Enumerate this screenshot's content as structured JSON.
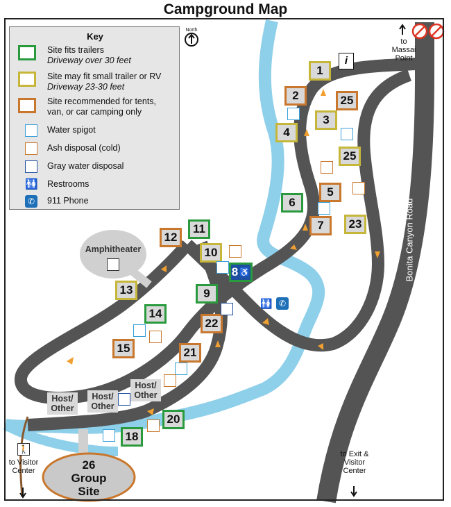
{
  "title": "Campground Map",
  "north_label": "North",
  "key": {
    "title": "Key",
    "items": [
      {
        "text": "Site fits trailers",
        "sub": "Driveway over 30 feet",
        "icon": "trailer-icon",
        "color": "#2a9a3e"
      },
      {
        "text": "Site may fit small trailer or RV",
        "sub": "Driveway 23-30 feet",
        "icon": "rv-icon",
        "color": "#c6b73a"
      },
      {
        "text": "Site recommended for tents,",
        "sub2": "van, or car camping only",
        "icon": "tent-icon",
        "color": "#c9772c"
      },
      {
        "text": "Water spigot",
        "icon": "water-spigot-icon",
        "color": "#3aa0d8"
      },
      {
        "text": "Ash disposal (cold)",
        "icon": "ash-disposal-icon",
        "color": "#c9772c"
      },
      {
        "text": "Gray water disposal",
        "icon": "gray-water-icon",
        "color": "#1d4fa0"
      },
      {
        "text": "Restrooms",
        "icon": "restroom-icon"
      },
      {
        "text": "911 Phone",
        "icon": "phone-icon",
        "color": "#1d6fb8"
      }
    ]
  },
  "sites": [
    {
      "num": "1",
      "cls": "y"
    },
    {
      "num": "2",
      "cls": "o"
    },
    {
      "num": "25",
      "cls": "o"
    },
    {
      "num": "3",
      "cls": "y"
    },
    {
      "num": "4",
      "cls": "y"
    },
    {
      "num": "25",
      "cls": "y"
    },
    {
      "num": "5",
      "cls": "o"
    },
    {
      "num": "6",
      "cls": "g"
    },
    {
      "num": "7",
      "cls": "o"
    },
    {
      "num": "23",
      "cls": "y"
    },
    {
      "num": "11",
      "cls": "g"
    },
    {
      "num": "12",
      "cls": "o"
    },
    {
      "num": "10",
      "cls": "y"
    },
    {
      "num": "8",
      "cls": "g"
    },
    {
      "num": "9",
      "cls": "g"
    },
    {
      "num": "13",
      "cls": "y"
    },
    {
      "num": "14",
      "cls": "g"
    },
    {
      "num": "22",
      "cls": "o"
    },
    {
      "num": "15",
      "cls": "o"
    },
    {
      "num": "21",
      "cls": "o"
    },
    {
      "num": "20",
      "cls": "g"
    },
    {
      "num": "18",
      "cls": "g"
    }
  ],
  "amphitheater": "Amphitheater",
  "host_other": "Host/ Other",
  "group_site": {
    "line1": "26",
    "line2": "Group",
    "line3": "Site"
  },
  "road_name": "Bonita Canyon Road",
  "to_massai": "to Massai Point",
  "to_exit": "to Exit & Visitor Center",
  "to_visitor": "to Visitor Center",
  "info": "i",
  "colors": {
    "road": "#545454",
    "river": "#8ecfea",
    "trailer": "#2a9a3e",
    "rv": "#c6b73a",
    "tent": "#c9772c"
  }
}
